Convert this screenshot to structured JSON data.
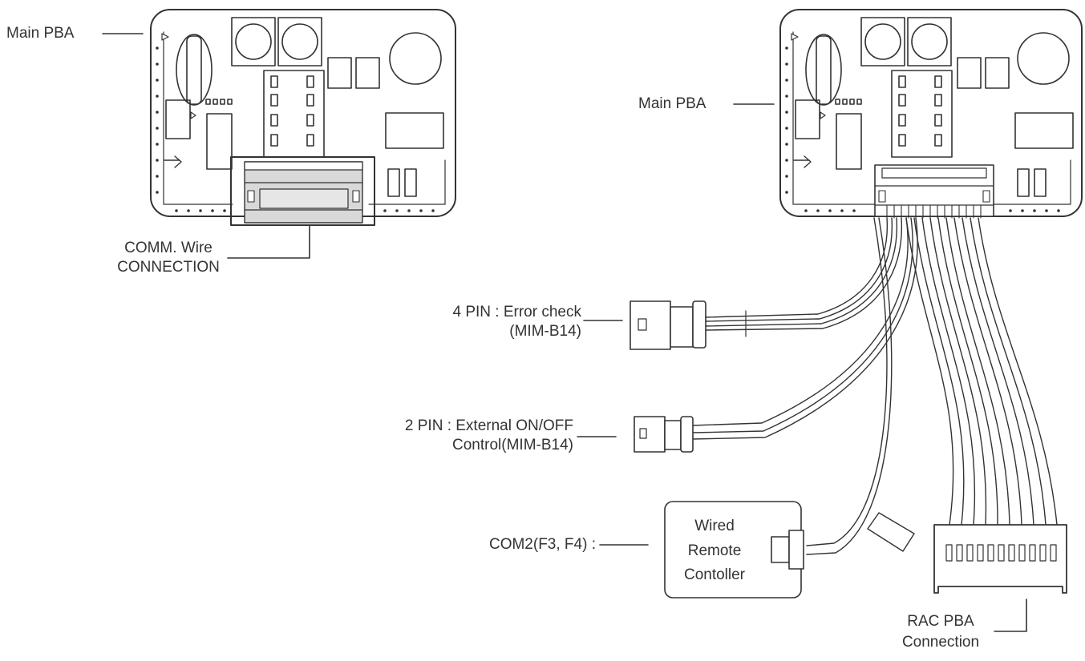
{
  "labels": {
    "main_pba_left": "Main PBA",
    "main_pba_right": "Main PBA",
    "comm_wire_line1": "COMM. Wire",
    "comm_wire_line2": "CONNECTION",
    "four_pin_line1": "4 PIN : Error check",
    "four_pin_line2": "(MIM-B14)",
    "two_pin_line1": "2 PIN : External ON/OFF",
    "two_pin_line2": "Control(MIM-B14)",
    "com2": "COM2(F3, F4) :",
    "wired_line1": "Wired",
    "wired_line2": "Remote",
    "wired_line3": "Contoller",
    "rac_line1": "RAC PBA",
    "rac_line2": "Connection"
  },
  "colors": {
    "stroke": "#333333",
    "highlight_fill": "#d9d9d9",
    "background": "#ffffff"
  }
}
